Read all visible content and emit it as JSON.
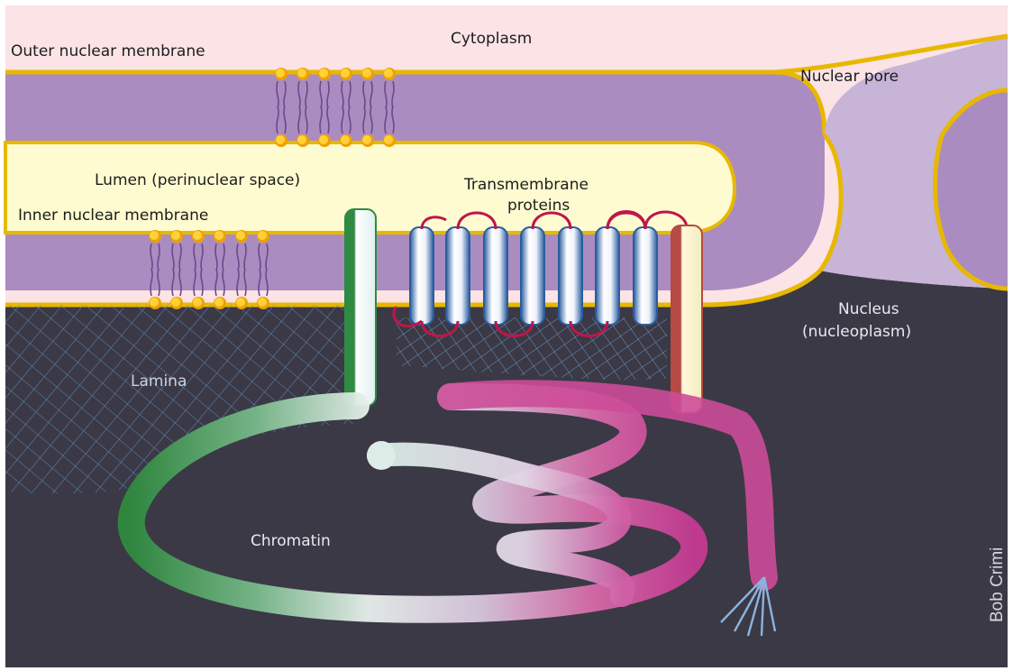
{
  "labels": {
    "cytoplasm": "Cytoplasm",
    "outer_membrane": "Outer nuclear membrane",
    "nuclear_pore": "Nuclear pore",
    "lumen": "Lumen (perinuclear space)",
    "transmembrane_1": "Transmembrane",
    "transmembrane_2": "proteins",
    "inner_membrane": "Inner nuclear membrane",
    "nucleus_1": "Nucleus",
    "nucleus_2": "(nucleoplasm)",
    "lamina": "Lamina",
    "chromatin": "Chromatin",
    "credit": "Bob Crimi"
  },
  "colors": {
    "cytoplasm": "#fbe3e6",
    "membrane": "#ab8cc0",
    "membrane_edge": "#e8b800",
    "lumen": "#fdfbcf",
    "pore": "#c7b4d7",
    "nucleoplasm": "#3b3945",
    "lamina_mesh": "#5b8fc4",
    "chromatin_green": "#3c9a4a",
    "chromatin_white": "#eef4f0",
    "chromatin_pink": "#d0509c",
    "protein_blue": "#2f64a6",
    "protein_loop": "#c0154b",
    "protein_red": "#b54b43",
    "protein_green": "#2f8a44"
  }
}
